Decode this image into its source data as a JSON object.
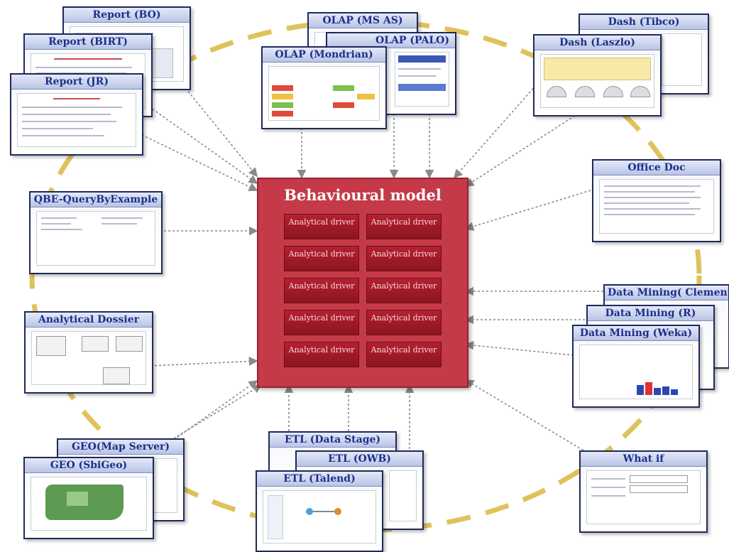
{
  "model": {
    "title": "Behavioural model",
    "drivers": [
      "Analytical driver",
      "Analytical driver",
      "Analytical driver",
      "Analytical driver",
      "Analytical driver",
      "Analytical driver",
      "Analytical driver",
      "Analytical driver",
      "Analytical driver",
      "Analytical driver"
    ]
  },
  "tools": {
    "report_bo": "Report (BO)",
    "report_birt": "Report (BIRT)",
    "report_jr": "Report (JR)",
    "olap_msas": "OLAP (MS AS)",
    "olap_palo": "OLAP (PALO)",
    "olap_mondrian": "OLAP (Mondrian)",
    "dash_tibco": "Dash (Tibco)",
    "dash_laszlo": "Dash (Laszlo)",
    "qbe": "QBE-QueryByExample",
    "office_doc": "Office Doc",
    "dossier": "Analytical Dossier",
    "dm_clementine": "Data Mining( Clementine)",
    "dm_r": "Data Mining (R)",
    "dm_weka": "Data Mining (Weka)",
    "geo_mapserver": "GEO(Map Server)",
    "geo_spigeo": "GEO (SbiGeo)",
    "etl_datastage": "ETL (Data Stage)",
    "etl_owb": "ETL (OWB)",
    "etl_talend": "ETL (Talend)",
    "what_if": "What if"
  },
  "colors": {
    "card_border": "#1e2a5a",
    "caption_text": "#1c2f8a",
    "model_fill": "#c43a48",
    "driver_fill": "#a51a29",
    "dash_ring": "#e0c25c",
    "arrow": "#8a8a8a"
  }
}
